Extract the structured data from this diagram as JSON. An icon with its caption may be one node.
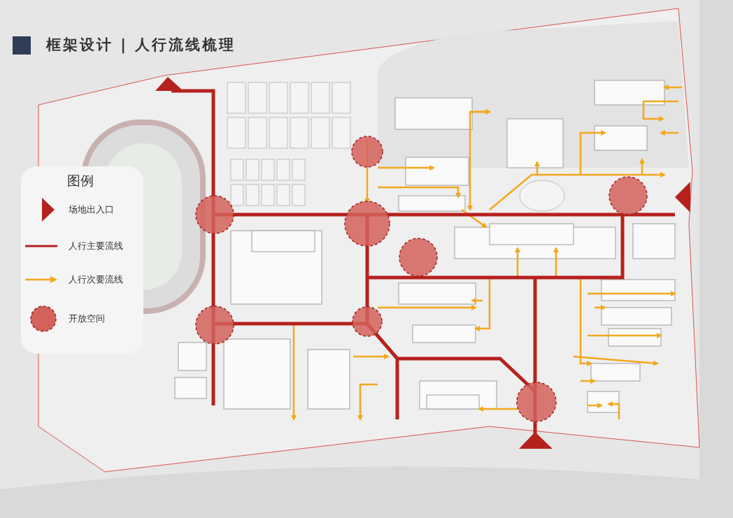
{
  "diagram": {
    "title": "框架设计 | 人行流线梳理",
    "labels": [
      "图例"
    ],
    "legend": [
      {
        "text": "场地出入口"
      },
      {
        "text": "人行主要流线"
      },
      {
        "text": "人行次要流线"
      },
      {
        "text": "开放空间"
      }
    ]
  }
}
